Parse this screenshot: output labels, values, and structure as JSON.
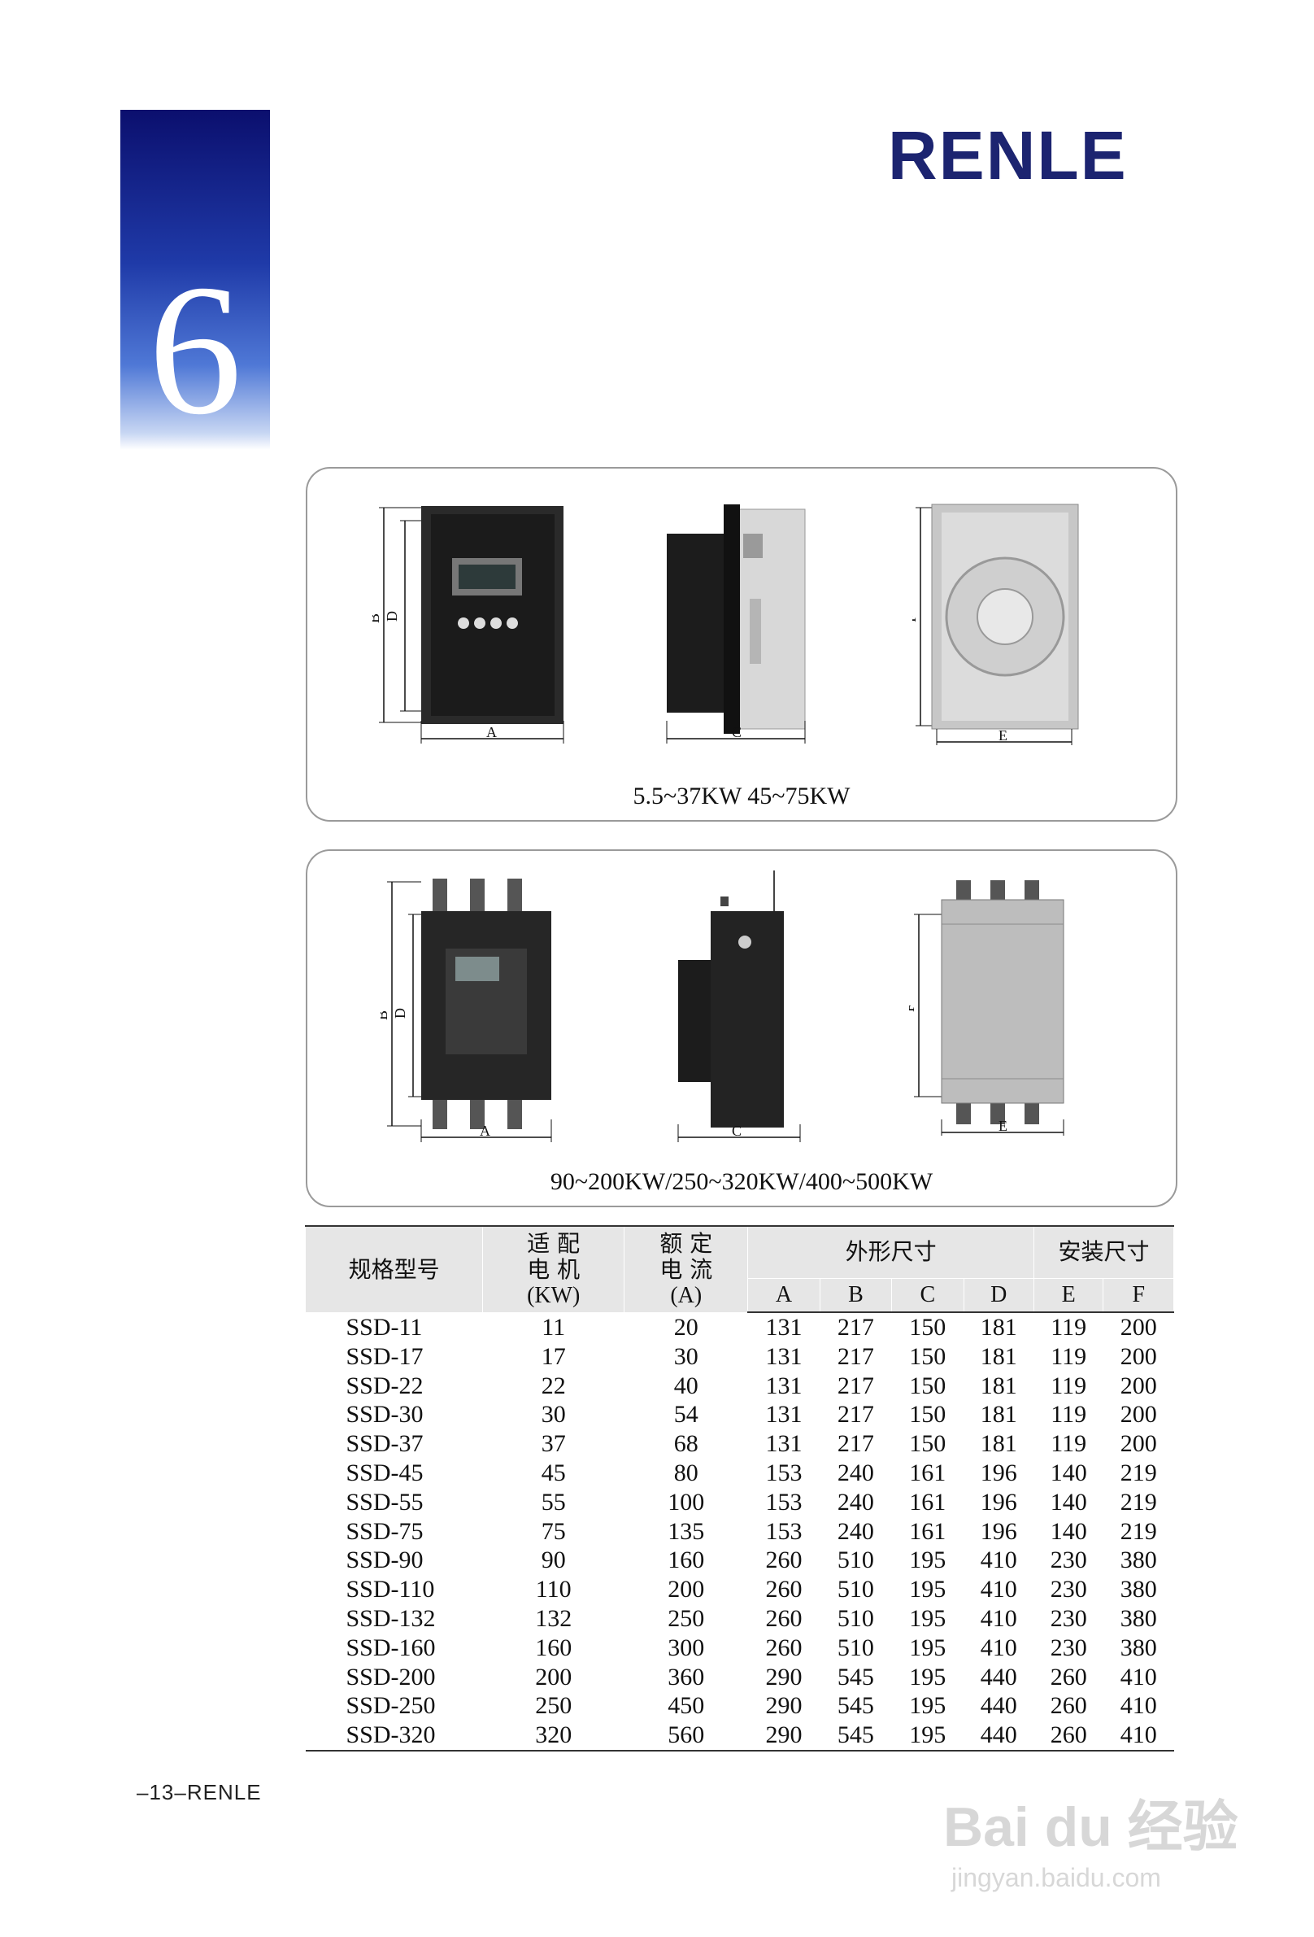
{
  "chapter": {
    "number": "6"
  },
  "brand": {
    "name": "RENLE"
  },
  "figures": [
    {
      "caption": "5.5~37KW  45~75KW",
      "labels": {
        "front_vertical": [
          "B",
          "D"
        ],
        "front_horizontal": "A",
        "side_horizontal": "C",
        "back_vertical": "F",
        "back_horizontal": "E"
      }
    },
    {
      "caption": "90~200KW/250~320KW/400~500KW",
      "labels": {
        "front_vertical": [
          "B",
          "D"
        ],
        "front_horizontal": "A",
        "side_horizontal": "C",
        "back_vertical": "F",
        "back_horizontal": "E"
      }
    }
  ],
  "table": {
    "headers": {
      "model": "规格型号",
      "motor_line1": "适 配",
      "motor_line2": "电 机",
      "motor_unit": "(KW)",
      "current_line1": "额 定",
      "current_line2": "电 流",
      "current_unit": "(A)",
      "outline": "外形尺寸",
      "mounting": "安装尺寸",
      "dims": [
        "A",
        "B",
        "C",
        "D",
        "E",
        "F"
      ]
    },
    "rows": [
      [
        "SSD-11",
        "11",
        "20",
        "131",
        "217",
        "150",
        "181",
        "119",
        "200"
      ],
      [
        "SSD-17",
        "17",
        "30",
        "131",
        "217",
        "150",
        "181",
        "119",
        "200"
      ],
      [
        "SSD-22",
        "22",
        "40",
        "131",
        "217",
        "150",
        "181",
        "119",
        "200"
      ],
      [
        "SSD-30",
        "30",
        "54",
        "131",
        "217",
        "150",
        "181",
        "119",
        "200"
      ],
      [
        "SSD-37",
        "37",
        "68",
        "131",
        "217",
        "150",
        "181",
        "119",
        "200"
      ],
      [
        "SSD-45",
        "45",
        "80",
        "153",
        "240",
        "161",
        "196",
        "140",
        "219"
      ],
      [
        "SSD-55",
        "55",
        "100",
        "153",
        "240",
        "161",
        "196",
        "140",
        "219"
      ],
      [
        "SSD-75",
        "75",
        "135",
        "153",
        "240",
        "161",
        "196",
        "140",
        "219"
      ],
      [
        "SSD-90",
        "90",
        "160",
        "260",
        "510",
        "195",
        "410",
        "230",
        "380"
      ],
      [
        "SSD-110",
        "110",
        "200",
        "260",
        "510",
        "195",
        "410",
        "230",
        "380"
      ],
      [
        "SSD-132",
        "132",
        "250",
        "260",
        "510",
        "195",
        "410",
        "230",
        "380"
      ],
      [
        "SSD-160",
        "160",
        "300",
        "260",
        "510",
        "195",
        "410",
        "230",
        "380"
      ],
      [
        "SSD-200",
        "200",
        "360",
        "290",
        "545",
        "195",
        "440",
        "260",
        "410"
      ],
      [
        "SSD-250",
        "250",
        "450",
        "290",
        "545",
        "195",
        "440",
        "260",
        "410"
      ],
      [
        "SSD-320",
        "320",
        "560",
        "290",
        "545",
        "195",
        "440",
        "260",
        "410"
      ]
    ]
  },
  "footer": {
    "page": "–13–RENLE"
  },
  "watermark": {
    "main": "Bai du 经验",
    "sub": "jingyan.baidu.com"
  },
  "colors": {
    "chapter_dark": "#0b0f6e",
    "chapter_light": "#4f78d6",
    "brand": "#1c2470",
    "table_header": "#e6e6e6"
  }
}
